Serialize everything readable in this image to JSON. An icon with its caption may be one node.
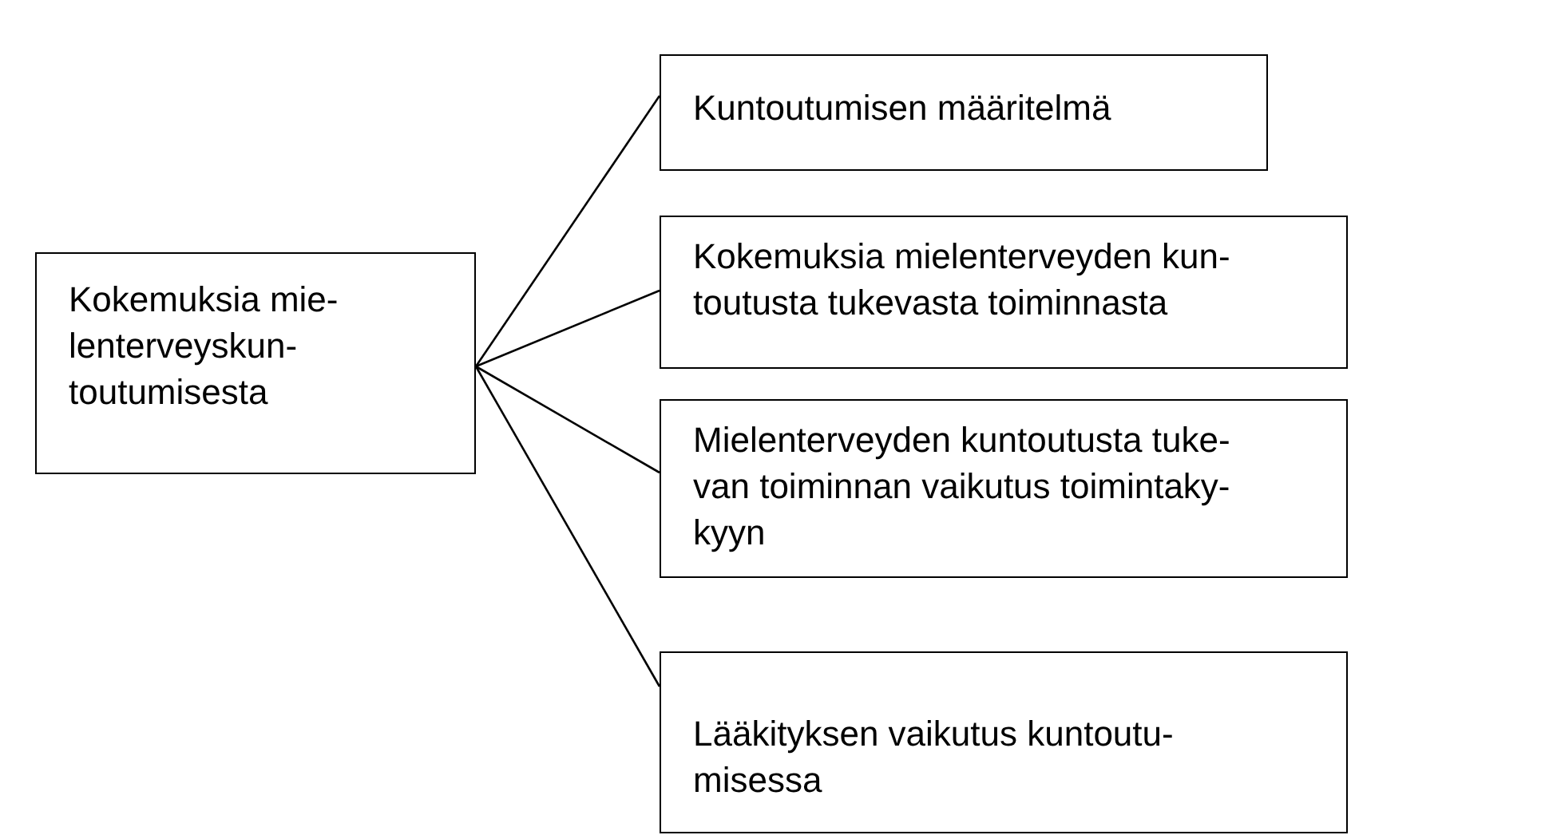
{
  "diagram": {
    "nodes": [
      {
        "text": [
          "Kokemuksia mie- lenterveyskun- toutumisesta"
        ]
      },
      {
        "text": [
          "Kuntoutumisen määritelmä"
        ]
      },
      {
        "text": [
          "Kokemuksia mielenterveyden kun- toutusta tukevasta toiminnasta"
        ]
      },
      {
        "text": [
          "Mielenterveyden kuntoutusta tuke- van toiminnan vaikutus toimintaky- kyyn"
        ]
      },
      {
        "text": [
          "Lääkityksen vaikutus kuntoutu- misessa"
        ]
      }
    ],
    "edges": [
      {
        "from": 0,
        "to": 1,
        "arrow": "none"
      },
      {
        "from": 0,
        "to": 2,
        "arrow": "none"
      },
      {
        "from": 0,
        "to": 3,
        "arrow": "none"
      },
      {
        "from": 0,
        "to": 4,
        "arrow": "none"
      }
    ]
  }
}
